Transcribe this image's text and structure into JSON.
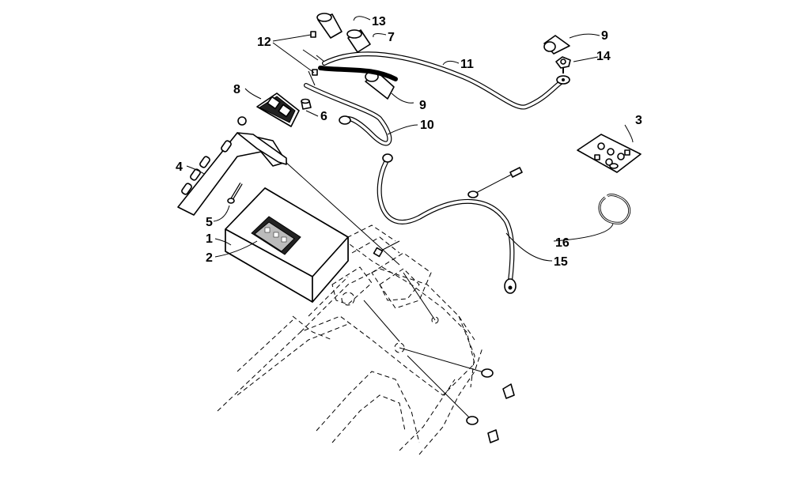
{
  "callouts": [
    {
      "id": "c1",
      "label": "1"
    },
    {
      "id": "c2",
      "label": "2"
    },
    {
      "id": "c3",
      "label": "3"
    },
    {
      "id": "c4",
      "label": "4"
    },
    {
      "id": "c5",
      "label": "5"
    },
    {
      "id": "c6",
      "label": "6"
    },
    {
      "id": "c7",
      "label": "7"
    },
    {
      "id": "c8",
      "label": "8"
    },
    {
      "id": "c9a",
      "label": "9"
    },
    {
      "id": "c9b",
      "label": "9"
    },
    {
      "id": "c10",
      "label": "10"
    },
    {
      "id": "c11",
      "label": "11"
    },
    {
      "id": "c12",
      "label": "12"
    },
    {
      "id": "c13",
      "label": "13"
    },
    {
      "id": "c14",
      "label": "14"
    },
    {
      "id": "c15",
      "label": "15"
    },
    {
      "id": "c16",
      "label": "16"
    }
  ]
}
